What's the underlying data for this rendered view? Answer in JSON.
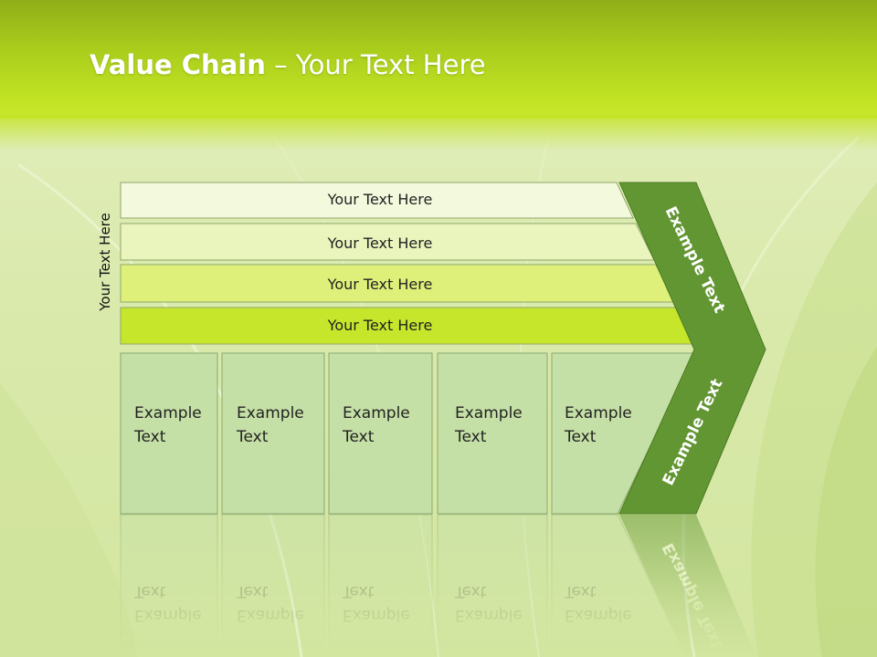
{
  "title": {
    "bold": "Value Chain",
    "rest": " – Your Text Here"
  },
  "side_label": "Your Text Here",
  "bars": [
    {
      "label": "Your Text Here",
      "color": "#f3f9dc"
    },
    {
      "label": "Your Text Here",
      "color": "#eaf5be"
    },
    {
      "label": "Your Text Here",
      "color": "#dff07a"
    },
    {
      "label": "Your Text Here",
      "color": "#c6e62c"
    }
  ],
  "cells": [
    {
      "line1": "Example",
      "line2": "Text"
    },
    {
      "line1": "Example",
      "line2": "Text"
    },
    {
      "line1": "Example",
      "line2": "Text"
    },
    {
      "line1": "Example",
      "line2": "Text"
    },
    {
      "line1": "Example",
      "line2": "Text"
    }
  ],
  "chevron": {
    "upper": "Example Text",
    "lower": "Example Text",
    "color": "#629632"
  },
  "colors": {
    "cell_fill": "#c5e0a6",
    "cell_stroke": "#8aa870",
    "header": "#b4d41e"
  }
}
